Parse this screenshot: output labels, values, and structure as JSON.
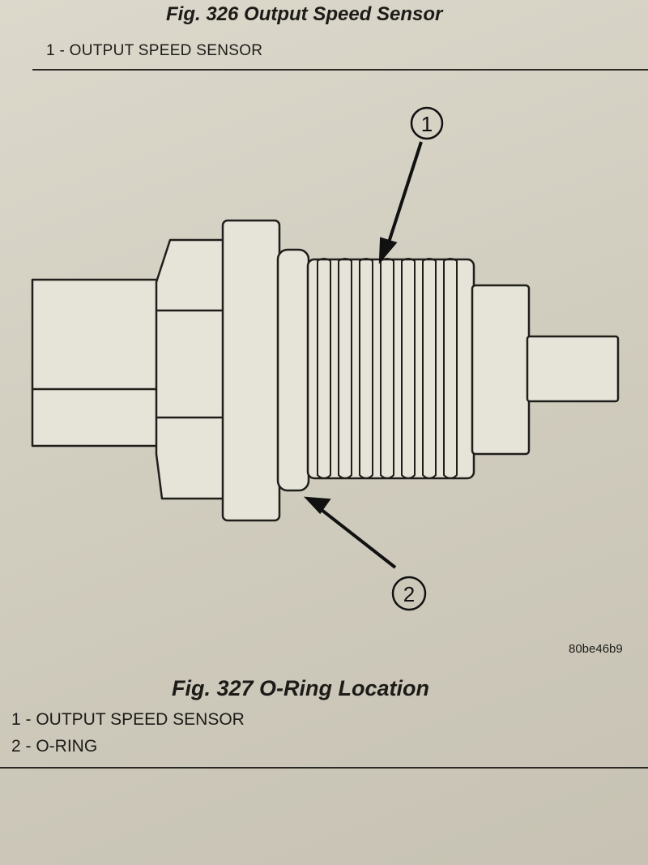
{
  "fig326": {
    "title": "Fig. 326 Output Speed Sensor",
    "captions": [
      "1 - OUTPUT SPEED SENSOR"
    ]
  },
  "fig327": {
    "title": "Fig. 327 O-Ring Location",
    "captions": [
      "1 - OUTPUT SPEED SENSOR",
      "2 - O-RING"
    ],
    "callouts": [
      "1",
      "2"
    ],
    "code": "80be46b9"
  }
}
